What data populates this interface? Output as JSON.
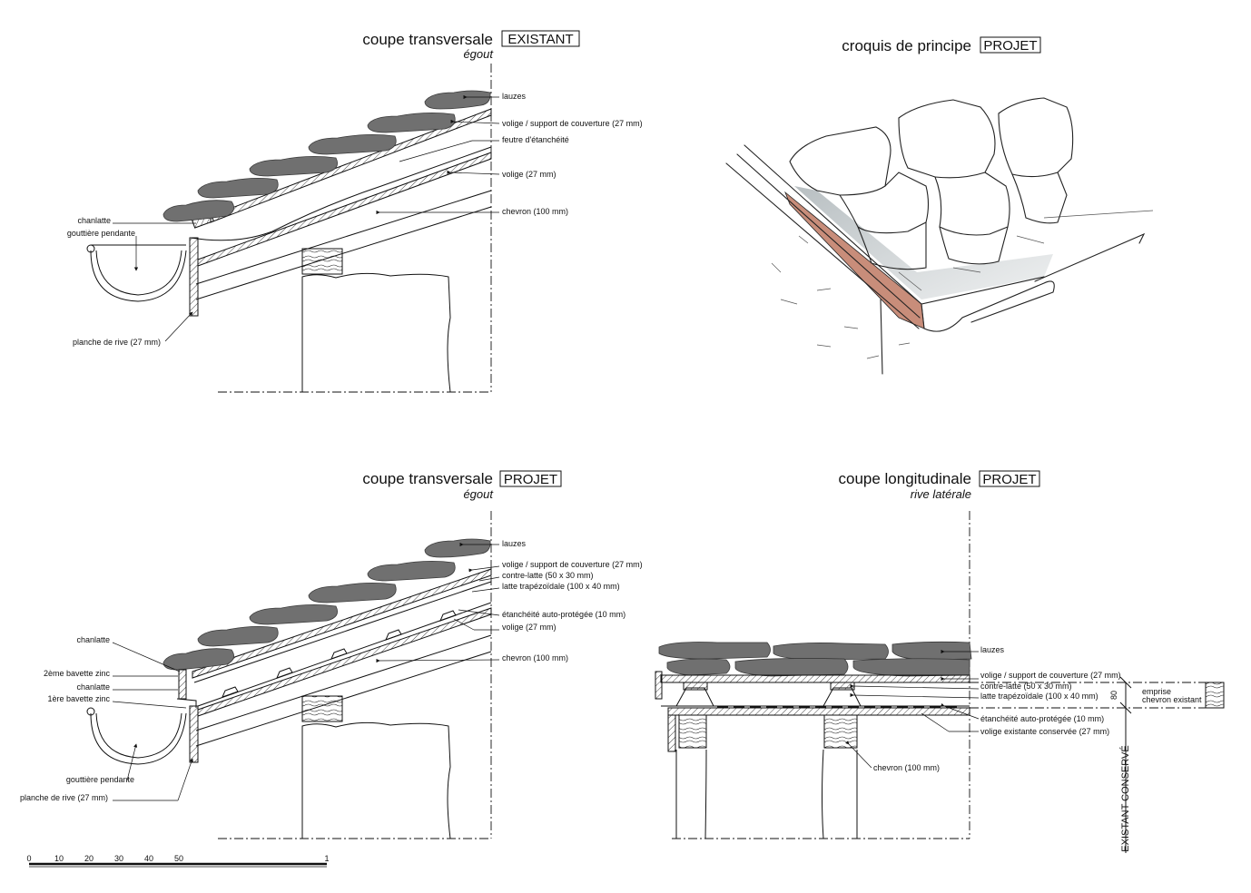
{
  "panels": {
    "top_left": {
      "title": "coupe transversale",
      "tag": "EXISTANT",
      "subtitle": "égout",
      "labels": {
        "lauzes": "lauzes",
        "voliges_support": "volige / support de couverture (27 mm)",
        "feutre": "feutre d'étanchéité",
        "volige": "volige (27 mm)",
        "chevron": "chevron (100 mm)",
        "chanlatte": "chanlatte",
        "gouttiere": "gouttière pendante",
        "planche_rive": "planche de rive (27 mm)"
      }
    },
    "top_right": {
      "title": "croquis de principe",
      "tag": "PROJET"
    },
    "bottom_left": {
      "title": "coupe transversale",
      "tag": "PROJET",
      "subtitle": "égout",
      "labels": {
        "lauzes": "lauzes",
        "voliges_support": "volige / support de couverture (27 mm)",
        "contre_latte": "contre-latte (50 x 30 mm)",
        "latte_trap": "latte trapézoïdale (100 x 40 mm)",
        "etancheite": "étanchéité auto-protégée (10 mm)",
        "volige": "volige (27 mm)",
        "chevron": "chevron (100 mm)",
        "chanlatte_top": "chanlatte",
        "bavette2": "2ème bavette zinc",
        "chanlatte_mid": "chanlatte",
        "bavette1": "1ère bavette zinc",
        "gouttiere": "gouttière pendante",
        "planche_rive": "planche de rive (27 mm)"
      }
    },
    "bottom_right": {
      "title": "coupe longitudinale",
      "tag": "PROJET",
      "subtitle": "rive latérale",
      "labels": {
        "lauzes": "lauzes",
        "voliges_support": "volige / support de couverture (27 mm)",
        "contre_latte": "contre-latte (50 x 30 mm)",
        "latte_trap": "latte trapézoïdale (100 x 40 mm)",
        "etancheite": "étanchéité auto-protégée (10 mm)",
        "volige_conservee": "volige existante conservée (27 mm)",
        "chevron": "chevron (100 mm)",
        "emprise": "emprise",
        "chevron_existant": "chevron existant",
        "dim_80": "80",
        "existant_conserve": "EXISTANT CONSERVÉ"
      }
    }
  },
  "scale_bar": {
    "ticks": [
      "0",
      "10",
      "20",
      "30",
      "40",
      "50",
      "1"
    ]
  },
  "colors": {
    "ink": "#111111",
    "slate": "#707070",
    "sheet_metal_tint": "#b5674d",
    "shadow_tint": "#9aa4a8"
  }
}
